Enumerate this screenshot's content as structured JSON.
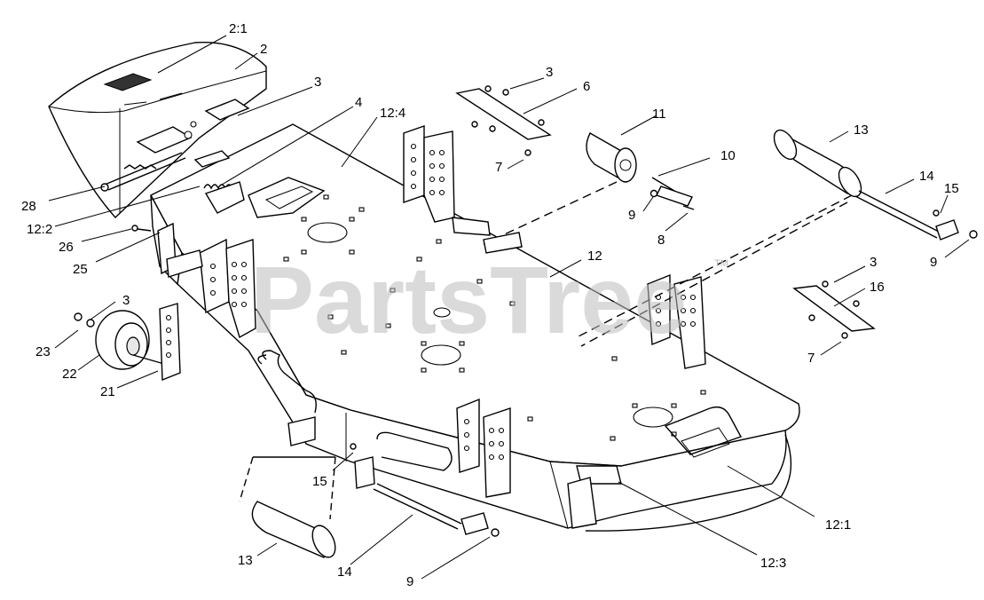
{
  "watermark": {
    "text": "PartsTree",
    "trademark": "TM"
  },
  "callouts": [
    {
      "id": "c-2-1",
      "label": "2:1"
    },
    {
      "id": "c-2",
      "label": "2"
    },
    {
      "id": "c-3a",
      "label": "3"
    },
    {
      "id": "c-4",
      "label": "4"
    },
    {
      "id": "c-12-4",
      "label": "12:4"
    },
    {
      "id": "c-3b",
      "label": "3"
    },
    {
      "id": "c-6",
      "label": "6"
    },
    {
      "id": "c-11",
      "label": "11"
    },
    {
      "id": "c-13a",
      "label": "13"
    },
    {
      "id": "c-7a",
      "label": "7"
    },
    {
      "id": "c-10",
      "label": "10"
    },
    {
      "id": "c-14a",
      "label": "14"
    },
    {
      "id": "c-15a",
      "label": "15"
    },
    {
      "id": "c-28",
      "label": "28"
    },
    {
      "id": "c-12-2",
      "label": "12:2"
    },
    {
      "id": "c-9a",
      "label": "9"
    },
    {
      "id": "c-8",
      "label": "8"
    },
    {
      "id": "c-26",
      "label": "26"
    },
    {
      "id": "c-25",
      "label": "25"
    },
    {
      "id": "c-9b",
      "label": "9"
    },
    {
      "id": "c-12",
      "label": "12"
    },
    {
      "id": "c-3c",
      "label": "3"
    },
    {
      "id": "c-16",
      "label": "16"
    },
    {
      "id": "c-3d",
      "label": "3"
    },
    {
      "id": "c-23",
      "label": "23"
    },
    {
      "id": "c-7b",
      "label": "7"
    },
    {
      "id": "c-22",
      "label": "22"
    },
    {
      "id": "c-21",
      "label": "21"
    },
    {
      "id": "c-15b",
      "label": "15"
    },
    {
      "id": "c-12-1",
      "label": "12:1"
    },
    {
      "id": "c-13b",
      "label": "13"
    },
    {
      "id": "c-14b",
      "label": "14"
    },
    {
      "id": "c-12-3",
      "label": "12:3"
    },
    {
      "id": "c-9c",
      "label": "9"
    }
  ]
}
